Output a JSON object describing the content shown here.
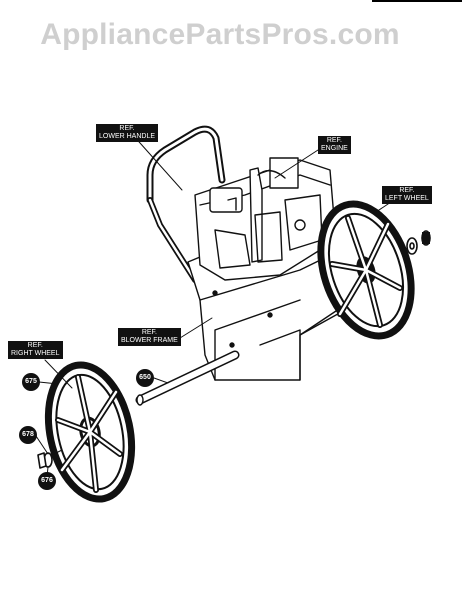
{
  "watermark": "AppliancePartsPros.com",
  "callouts": {
    "lower_handle": {
      "line1": "REF.",
      "line2": "LOWER HANDLE"
    },
    "engine": {
      "line1": "REF.",
      "line2": "ENGINE"
    },
    "left_wheel": {
      "line1": "REF.",
      "line2": "LEFT WHEEL"
    },
    "blower_frame": {
      "line1": "REF.",
      "line2": "BLOWER FRAME"
    },
    "right_wheel": {
      "line1": "REF.",
      "line2": "RIGHT WHEEL"
    }
  },
  "parts": {
    "axle": "650",
    "wheel": "675",
    "nut": "678",
    "washer": "676"
  }
}
